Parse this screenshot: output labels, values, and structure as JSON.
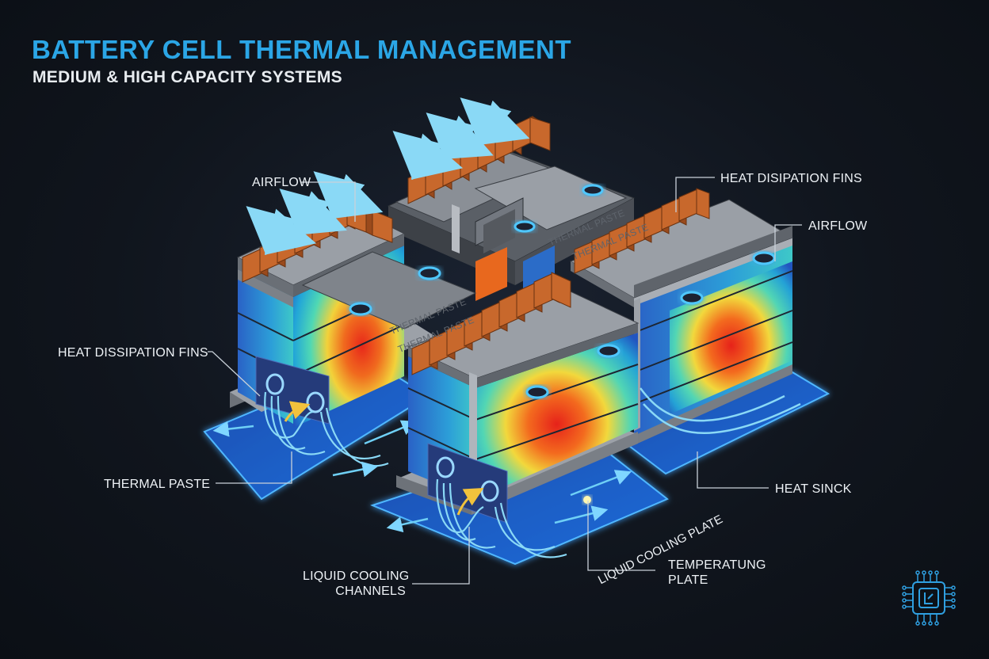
{
  "header": {
    "title": "BATTERY CELL THERMAL MANAGEMENT",
    "subtitle": "MEDIUM & HIGH CAPACITY SYSTEMS"
  },
  "labels": {
    "airflow_left": "AIRFLOW",
    "heat_fins_right": "HEAT DISIPATION FINS",
    "airflow_right": "AIRFLOW",
    "heat_fins_left": "HEAT DISSIPATION FINS",
    "thermal_paste": "THERMAL PASTE",
    "heat_sink": "HEAT SINCK",
    "liquid_channels_line1": "LIQUID COOLING",
    "liquid_channels_line2": "CHANNELS",
    "liquid_plate": "LIQUID COOLING PLATE",
    "temp_plate_line1": "TEMPERATUNG",
    "temp_plate_line2": "PLATE"
  },
  "engravings": {
    "paste_a": "THERMAL PASTE",
    "paste_b": "THERMAL PASTE",
    "paste_c": "THERMAL PASTE",
    "paste_d": "THERMAL PASTE"
  },
  "icons": [
    "airflow-arrow-icon",
    "chip-logo-icon"
  ],
  "colors": {
    "title": "#2ba6e6",
    "background": "#10151d",
    "fin": "#c8682c",
    "cooling_plate": "#1f6fd8",
    "hot": "#e8301c",
    "cool": "#2c6fcf"
  }
}
